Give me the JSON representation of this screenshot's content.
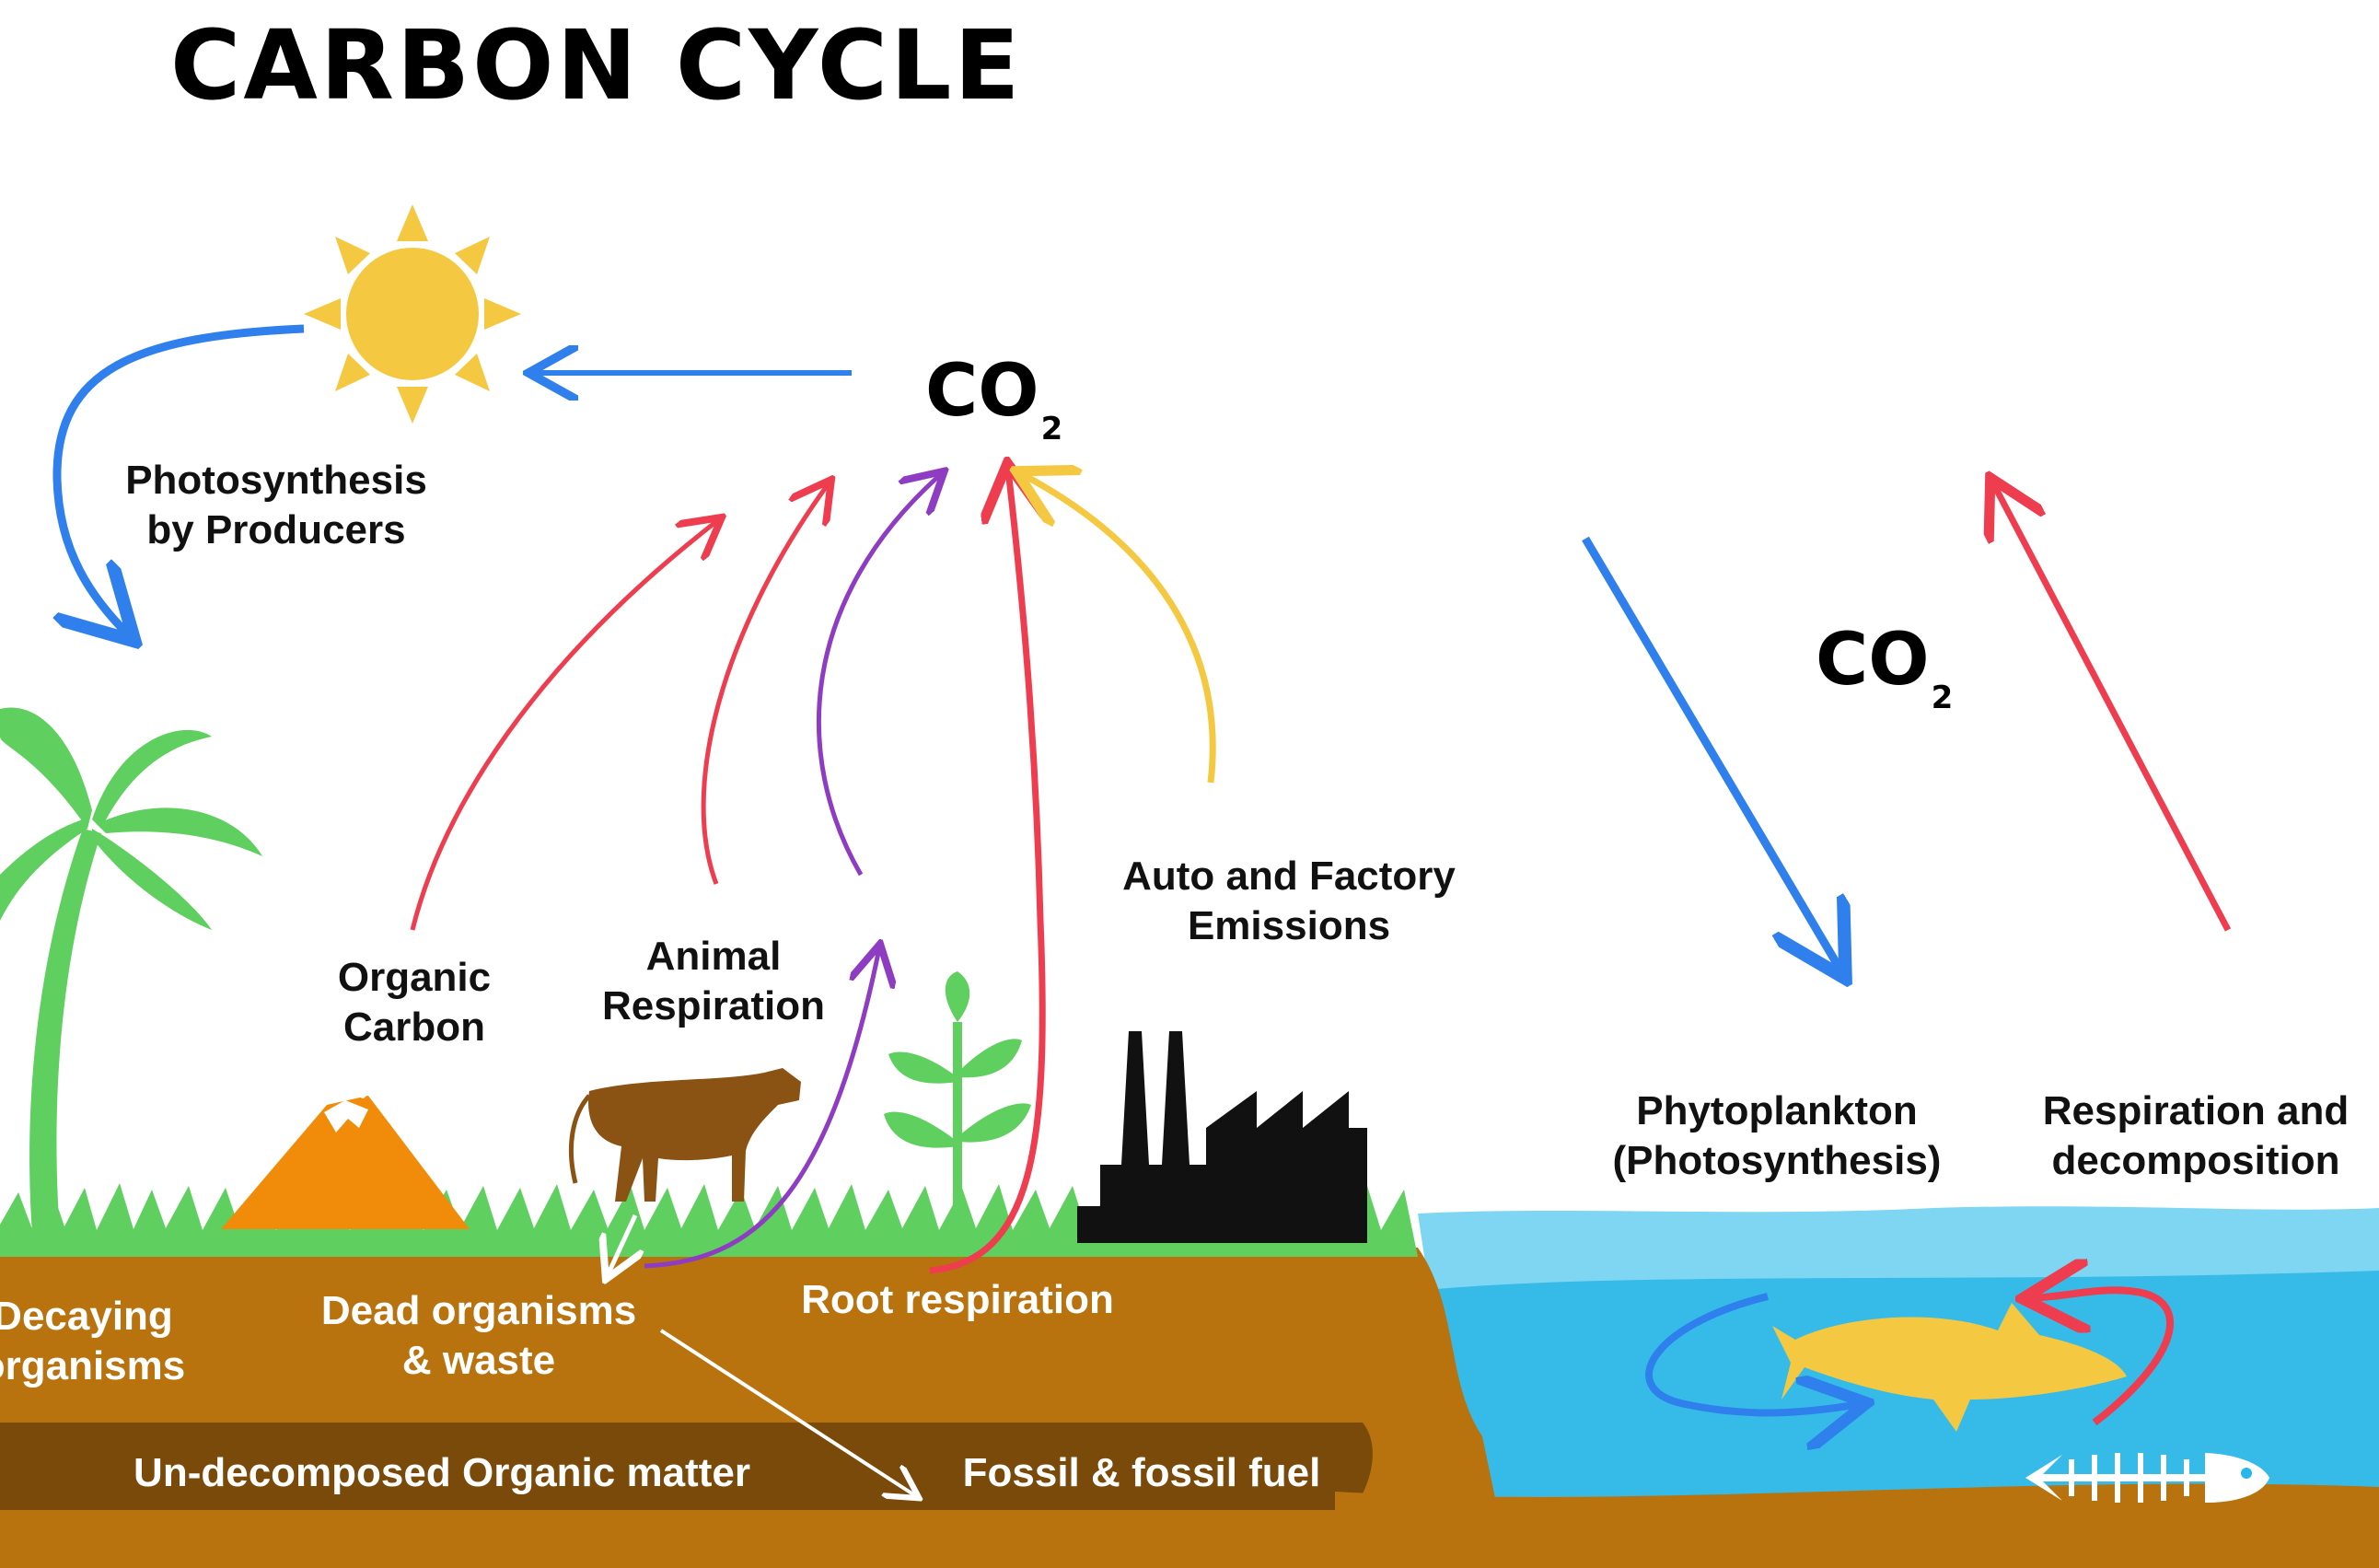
{
  "title": "CARBON CYCLE",
  "co2_main": {
    "main": "CO",
    "sub": "2"
  },
  "co2_ocean": {
    "main": "CO",
    "sub": "2"
  },
  "labels": {
    "photosynthesis": "Photosynthesis\nby Producers",
    "organic_carbon": "Organic\nCarbon",
    "animal_respiration": "Animal\nRespiration",
    "auto_factory": "Auto and Factory\nEmissions",
    "phytoplankton": "Phytoplankton\n(Photosynthesis)",
    "respiration_decomposition": "Respiration and\ndecomposition",
    "decaying": "Decaying\norganisms",
    "dead_organisms": "Dead organisms\n& waste",
    "root_respiration": "Root respiration",
    "undecomposed": "Un-decomposed Organic matter",
    "fossil": "Fossil & fossil fuel"
  },
  "colors": {
    "photosynthesis_arrow": "#2f80ed",
    "respiration_arrow": "#ee3d4e",
    "decomposition_arrow": "#8e3dc2",
    "emission_arrow": "#f5c842",
    "soil": "#b8730f",
    "deep_soil": "#7a4a0a",
    "grass": "#5fcf5f",
    "water": "#29b6e8",
    "sun": "#f5c842"
  },
  "icons": [
    "sun-icon",
    "palm-tree-icon",
    "volcano-icon",
    "cow-icon",
    "plant-icon",
    "factory-icon",
    "shark-icon",
    "fish-skeleton-icon"
  ]
}
